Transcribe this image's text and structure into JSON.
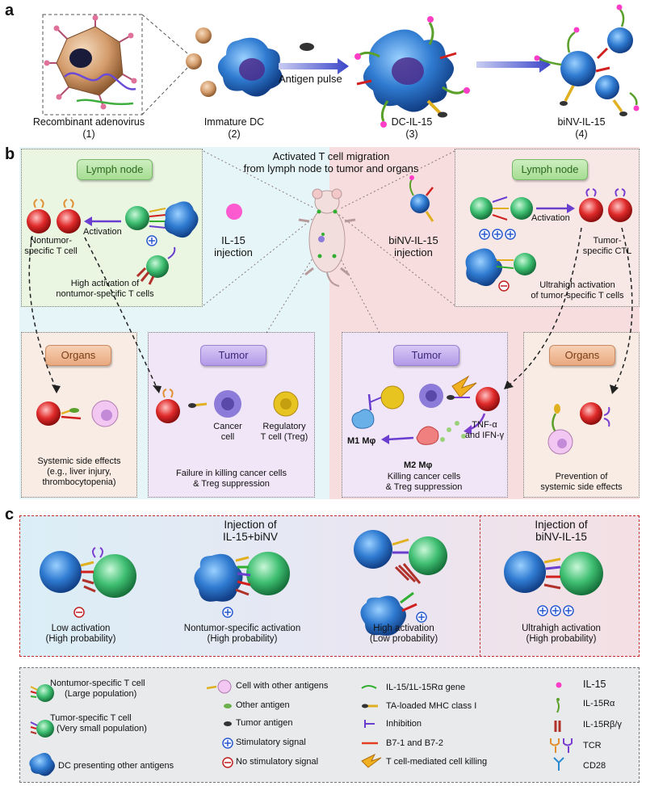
{
  "panel_a": {
    "letter": "a",
    "arrow_label": "Antigen pulse",
    "steps": [
      {
        "name": "Recombinant adenovirus",
        "num": "(1)"
      },
      {
        "name": "Immature DC",
        "num": "(2)"
      },
      {
        "name": "DC-IL-15",
        "num": "(3)"
      },
      {
        "name": "biNV-IL-15",
        "num": "(4)"
      }
    ]
  },
  "panel_b": {
    "letter": "b",
    "migration_title_1": "Activated T cell migration",
    "migration_title_2": "from lymph node to tumor and organs",
    "left_injection": [
      "IL-15",
      "injection"
    ],
    "right_injection": [
      "biNV-IL-15",
      "injection"
    ],
    "left_lymph": {
      "pill": "Lymph node",
      "activation": "Activation",
      "cell_label": [
        "Nontumor-",
        "specific T cell"
      ],
      "summary": [
        "High activation of",
        "nontumor-specific T cells"
      ]
    },
    "right_lymph": {
      "pill": "Lymph node",
      "activation": "Activation",
      "cell_label": [
        "Tumor-",
        "specific CTL"
      ],
      "summary": [
        "Ultrahigh activation",
        "of tumor-specific T cells"
      ]
    },
    "left_organs": {
      "pill": "Organs",
      "text": [
        "Systemic side effects",
        "(e.g., liver injury,",
        "thrombocytopenia)"
      ]
    },
    "left_tumor": {
      "pill": "Tumor",
      "cancer": [
        "Cancer",
        "cell"
      ],
      "treg": [
        "Regulatory",
        "T cell (Treg)"
      ],
      "text": [
        "Failure in killing cancer cells",
        "& Treg suppression"
      ]
    },
    "right_tumor": {
      "pill": "Tumor",
      "m1": "M1 Mφ",
      "m2": "M2 Mφ",
      "cytokines": [
        "TNF-α",
        "and IFN-γ"
      ],
      "text": [
        "Killing cancer cells",
        "& Treg suppression"
      ]
    },
    "right_organs": {
      "pill": "Organs",
      "text": [
        "Prevention of",
        "systemic side effects"
      ]
    }
  },
  "panel_c": {
    "letter": "c",
    "left_title": [
      "Injection of",
      "IL-15+biNV"
    ],
    "right_title": [
      "Injection of",
      "biNV-IL-15"
    ],
    "cases": [
      {
        "label": "Low activation",
        "prob": "(High probability)"
      },
      {
        "label": "Nontumor-specific activation",
        "prob": "(High probability)"
      },
      {
        "label": "High activation",
        "prob": "(Low probability)"
      },
      {
        "label": "Ultrahigh activation",
        "prob": "(High probability)"
      }
    ]
  },
  "legend": {
    "col1": [
      [
        "Nontumor-specific T cell",
        "(Large population)"
      ],
      [
        "Tumor-specific T cell",
        "(Very small population)"
      ],
      [
        "DC presenting other antigens"
      ]
    ],
    "col2": [
      "Cell with other antigens",
      "Other antigen",
      "Tumor antigen",
      "Stimulatory signal",
      "No stimulatory signal"
    ],
    "col3": [
      "IL-15/1L-15Rα gene",
      "TA-loaded MHC class I",
      "Inhibition",
      "B7-1 and B7-2",
      "T cell-mediated cell killing"
    ],
    "col4": [
      "IL-15",
      "IL-15Rα",
      "IL-15Rβ/γ",
      "TCR",
      "CD28"
    ]
  },
  "colors": {
    "dc_blue": "#2f7bd1",
    "tcell_green": "#3fbf72",
    "tcell_red": "#e02a2a",
    "il15_pink": "#ff3ec8",
    "treg_yellow": "#e8c420",
    "cancer_purple": "#8c7bd8"
  }
}
